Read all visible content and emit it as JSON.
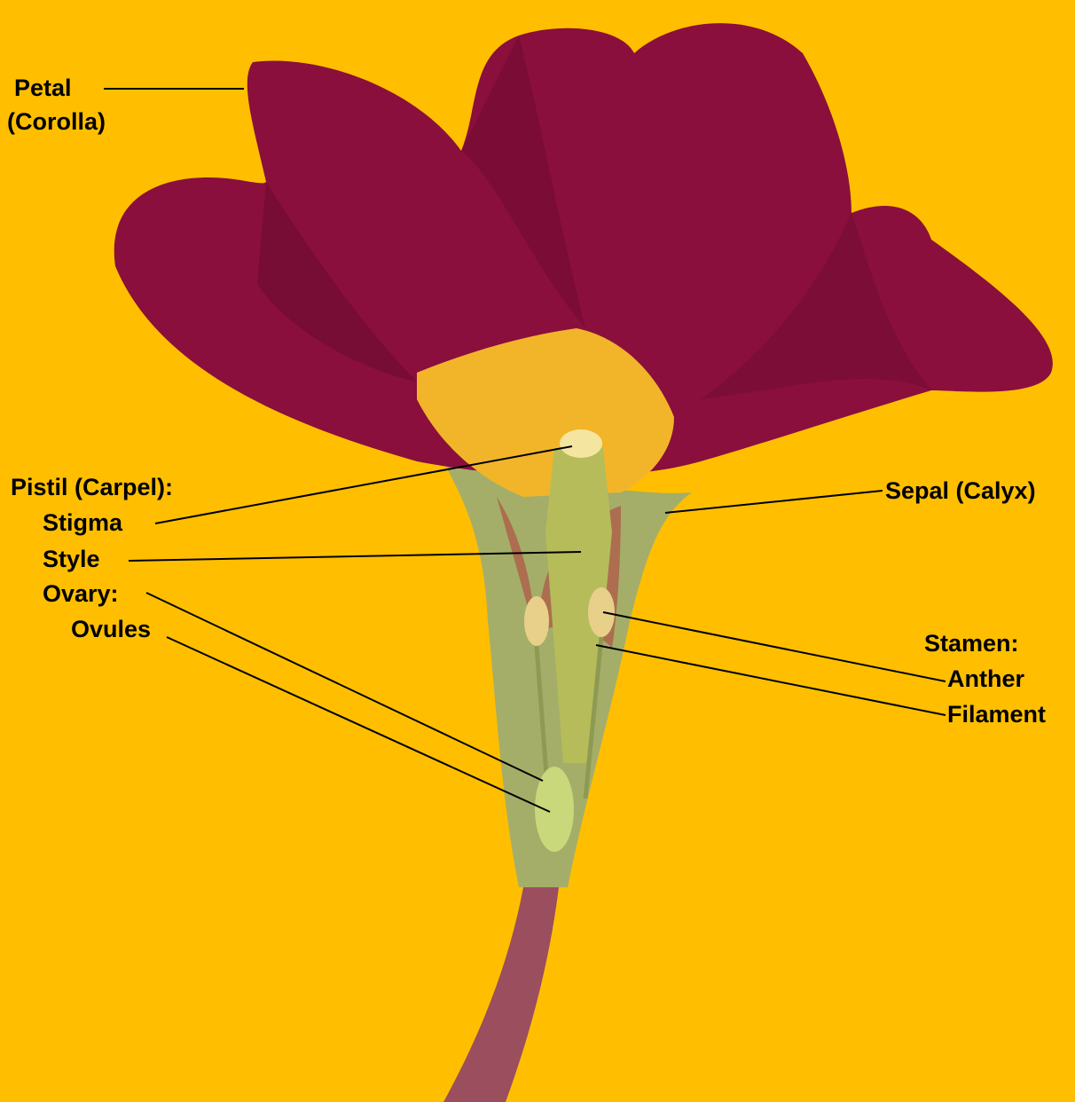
{
  "colors": {
    "background": "#FFBF00",
    "petal": "#8A0F3C",
    "petal_dark": "#6A0A2E",
    "throat": "#F2B52A",
    "calyx": "#A4AE68",
    "stem": "#9A4E5E",
    "leader_line": "#000000"
  },
  "labels": {
    "petal": "Petal",
    "corolla": "(Corolla)",
    "pistil": "Pistil (Carpel):",
    "stigma": "Stigma",
    "style": "Style",
    "ovary": "Ovary:",
    "ovules": "Ovules",
    "sepal": "Sepal (Calyx)",
    "stamen": "Stamen:",
    "anther": "Anther",
    "filament": "Filament"
  }
}
